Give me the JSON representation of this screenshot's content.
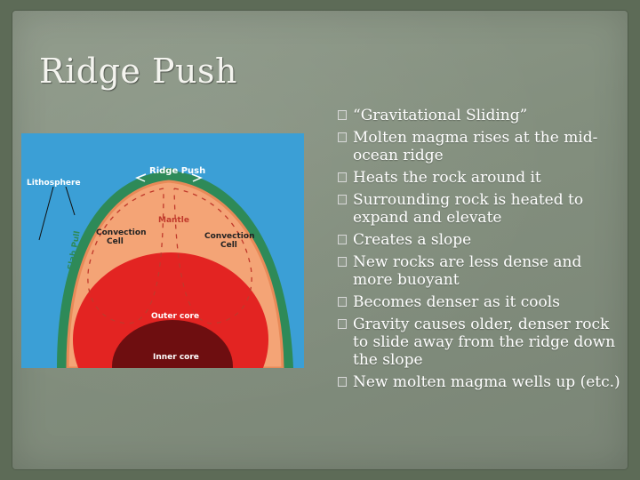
{
  "slide": {
    "title": "Ridge Push",
    "figure": {
      "labels": {
        "ridge_push": "Ridge Push",
        "lithosphere": "Lithosphere",
        "slab_pull": "Slab Pull",
        "mantle": "Mantle",
        "convection_cell_left_1": "Convection",
        "convection_cell_left_2": "Cell",
        "convection_cell_right_1": "Convection",
        "convection_cell_right_2": "Cell",
        "outer_core": "Outer core",
        "inner_core": "Inner core"
      },
      "colors": {
        "ocean": "#3b9fd6",
        "lithosphere": "#2e8a58",
        "mantle": "#f4a476",
        "outer_core": "#e32422",
        "inner_core": "#6e0e10"
      }
    },
    "bullets": [
      {
        "icon": "bullet-box-icon",
        "text": "“Gravitational Sliding”"
      },
      {
        "icon": "bullet-box-icon",
        "text": "Molten magma rises at the mid-ocean ridge"
      },
      {
        "icon": "bullet-box-icon",
        "text": "Heats the rock around it"
      },
      {
        "icon": "bullet-box-icon",
        "text": "Surrounding rock is heated to expand and elevate"
      },
      {
        "icon": "bullet-box-icon",
        "text": "Creates a slope"
      },
      {
        "icon": "bullet-box-icon",
        "text": "New rocks are less dense and more buoyant"
      },
      {
        "icon": "bullet-box-icon",
        "text": "Becomes denser as it cools"
      },
      {
        "icon": "bullet-box-icon",
        "text": "Gravity causes older, denser rock to slide away from the ridge down the slope"
      },
      {
        "icon": "bullet-box-icon",
        "text": "New molten magma wells up (etc.)"
      }
    ]
  }
}
